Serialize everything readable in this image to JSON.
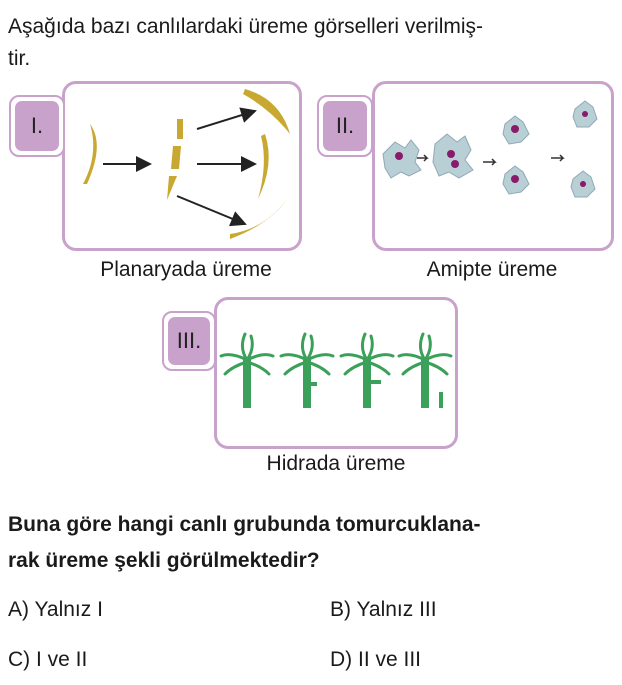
{
  "intro": {
    "line1": "Aşağıda bazı canlılardaki üreme görselleri verilmiş-",
    "line2": "tir."
  },
  "panels": [
    {
      "label": "I.",
      "caption": "Planaryada üreme"
    },
    {
      "label": "II.",
      "caption": "Amipte üreme"
    },
    {
      "label": "III.",
      "caption": "Hidrada üreme"
    }
  ],
  "question": {
    "line1": "Buna göre hangi canlı grubunda tomurcuklana-",
    "line2": "rak üreme şekli görülmektedir?"
  },
  "options": {
    "a": "A) Yalnız I",
    "b": "B) Yalnız III",
    "c": "C) I ve II",
    "d": "D) II ve III"
  },
  "colors": {
    "frame": "#c9a2cc",
    "planaria": "#c9a832",
    "amoeba": "#b9cfd6",
    "hydra": "#3aa05a"
  }
}
